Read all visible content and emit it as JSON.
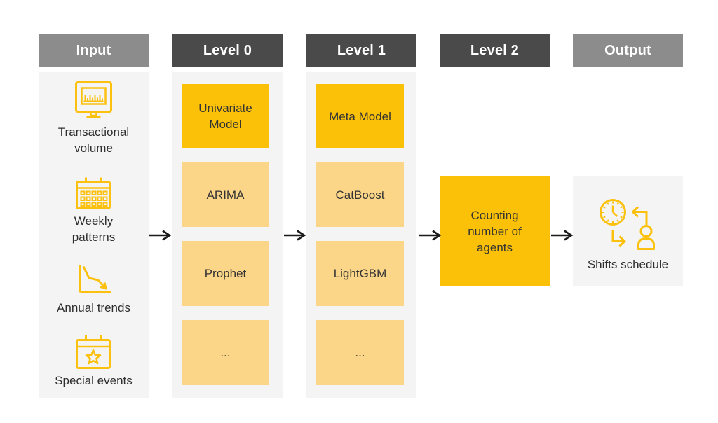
{
  "headers": {
    "input": "Input",
    "level0": "Level 0",
    "level1": "Level 1",
    "level2": "Level 2",
    "output": "Output"
  },
  "input_items": [
    {
      "icon": "monitor-bar-chart-icon",
      "label": "Transactional volume"
    },
    {
      "icon": "calendar-grid-icon",
      "label": "Weekly patterns"
    },
    {
      "icon": "downward-trend-icon",
      "label": "Annual trends"
    },
    {
      "icon": "calendar-star-icon",
      "label": "Special events"
    }
  ],
  "level0_boxes": [
    {
      "label": "Univariate Model",
      "variant": "primary"
    },
    {
      "label": "ARIMA",
      "variant": "secondary"
    },
    {
      "label": "Prophet",
      "variant": "secondary"
    },
    {
      "label": "...",
      "variant": "secondary"
    }
  ],
  "level1_boxes": [
    {
      "label": "Meta Model",
      "variant": "primary"
    },
    {
      "label": "CatBoost",
      "variant": "secondary"
    },
    {
      "label": "LightGBM",
      "variant": "secondary"
    },
    {
      "label": "...",
      "variant": "secondary"
    }
  ],
  "level2_box": {
    "label": "Counting number of agents",
    "variant": "primary"
  },
  "output_item": {
    "icon": "shift-rotation-icon",
    "label": "Shifts schedule"
  },
  "colors": {
    "header_dark": "#4A4A4A",
    "header_light": "#8C8C8C",
    "panel_bg": "#F4F4F4",
    "box_primary": "#FBC108",
    "box_secondary": "#FBD588",
    "icon_stroke": "#FBC10E",
    "text_dark": "#333333",
    "arrow": "#1A1A1A"
  }
}
